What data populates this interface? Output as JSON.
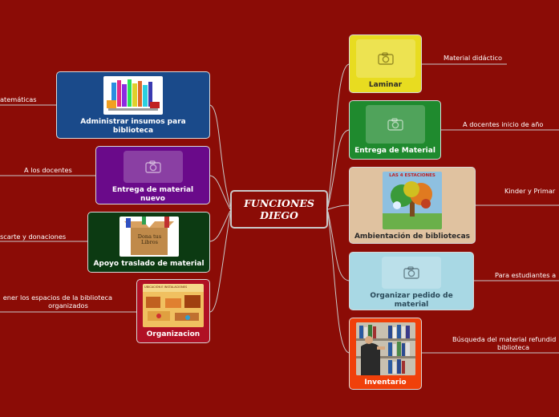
{
  "central": {
    "line1": "FUNCIONES",
    "line2": "DIEGO"
  },
  "left": [
    {
      "title": "Administrar insumos para biblioteca",
      "note": "atemáticas",
      "bg": "#1a4a8a"
    },
    {
      "title": "Entrega de material nuevo",
      "note": "A los docentes",
      "bg": "#6a0a8a"
    },
    {
      "title": "Apoyo traslado de material",
      "note": "scarte y donaciones",
      "bg": "#0c3a12",
      "sign_text": "Dona tus Libros"
    },
    {
      "title": "Organizacion",
      "note_line1": "ener los espacios de la biblioteca",
      "note_line2": "organizados",
      "bg": "#b01024",
      "sign_text": "UBICACIÓN E INSTALACIONES"
    }
  ],
  "right": [
    {
      "title": "Laminar",
      "note": "Material didáctico",
      "bg": "#e8dc20"
    },
    {
      "title": "Entrega de Material",
      "note": "A docentes inicio de año",
      "bg": "#1f8a2e"
    },
    {
      "title": "Ambientación de bibliotecas",
      "note": "Kinder y Primar",
      "bg": "#e0c2a0",
      "book_title": "LAS 4 ESTACIONES"
    },
    {
      "title": "Organizar pedido de material",
      "note": "Para estudiantes a",
      "bg": "#a8d8e4"
    },
    {
      "title": "Inventario",
      "note_line1": "Búsqueda del material refundid",
      "note_line2": "biblioteca",
      "bg": "#f0400a"
    }
  ],
  "colors": {
    "background": "#8b0c06",
    "connector": "#c9c9c9",
    "dark_text": "#2a2a2a"
  },
  "icons": {
    "placeholder": "camera-icon"
  }
}
